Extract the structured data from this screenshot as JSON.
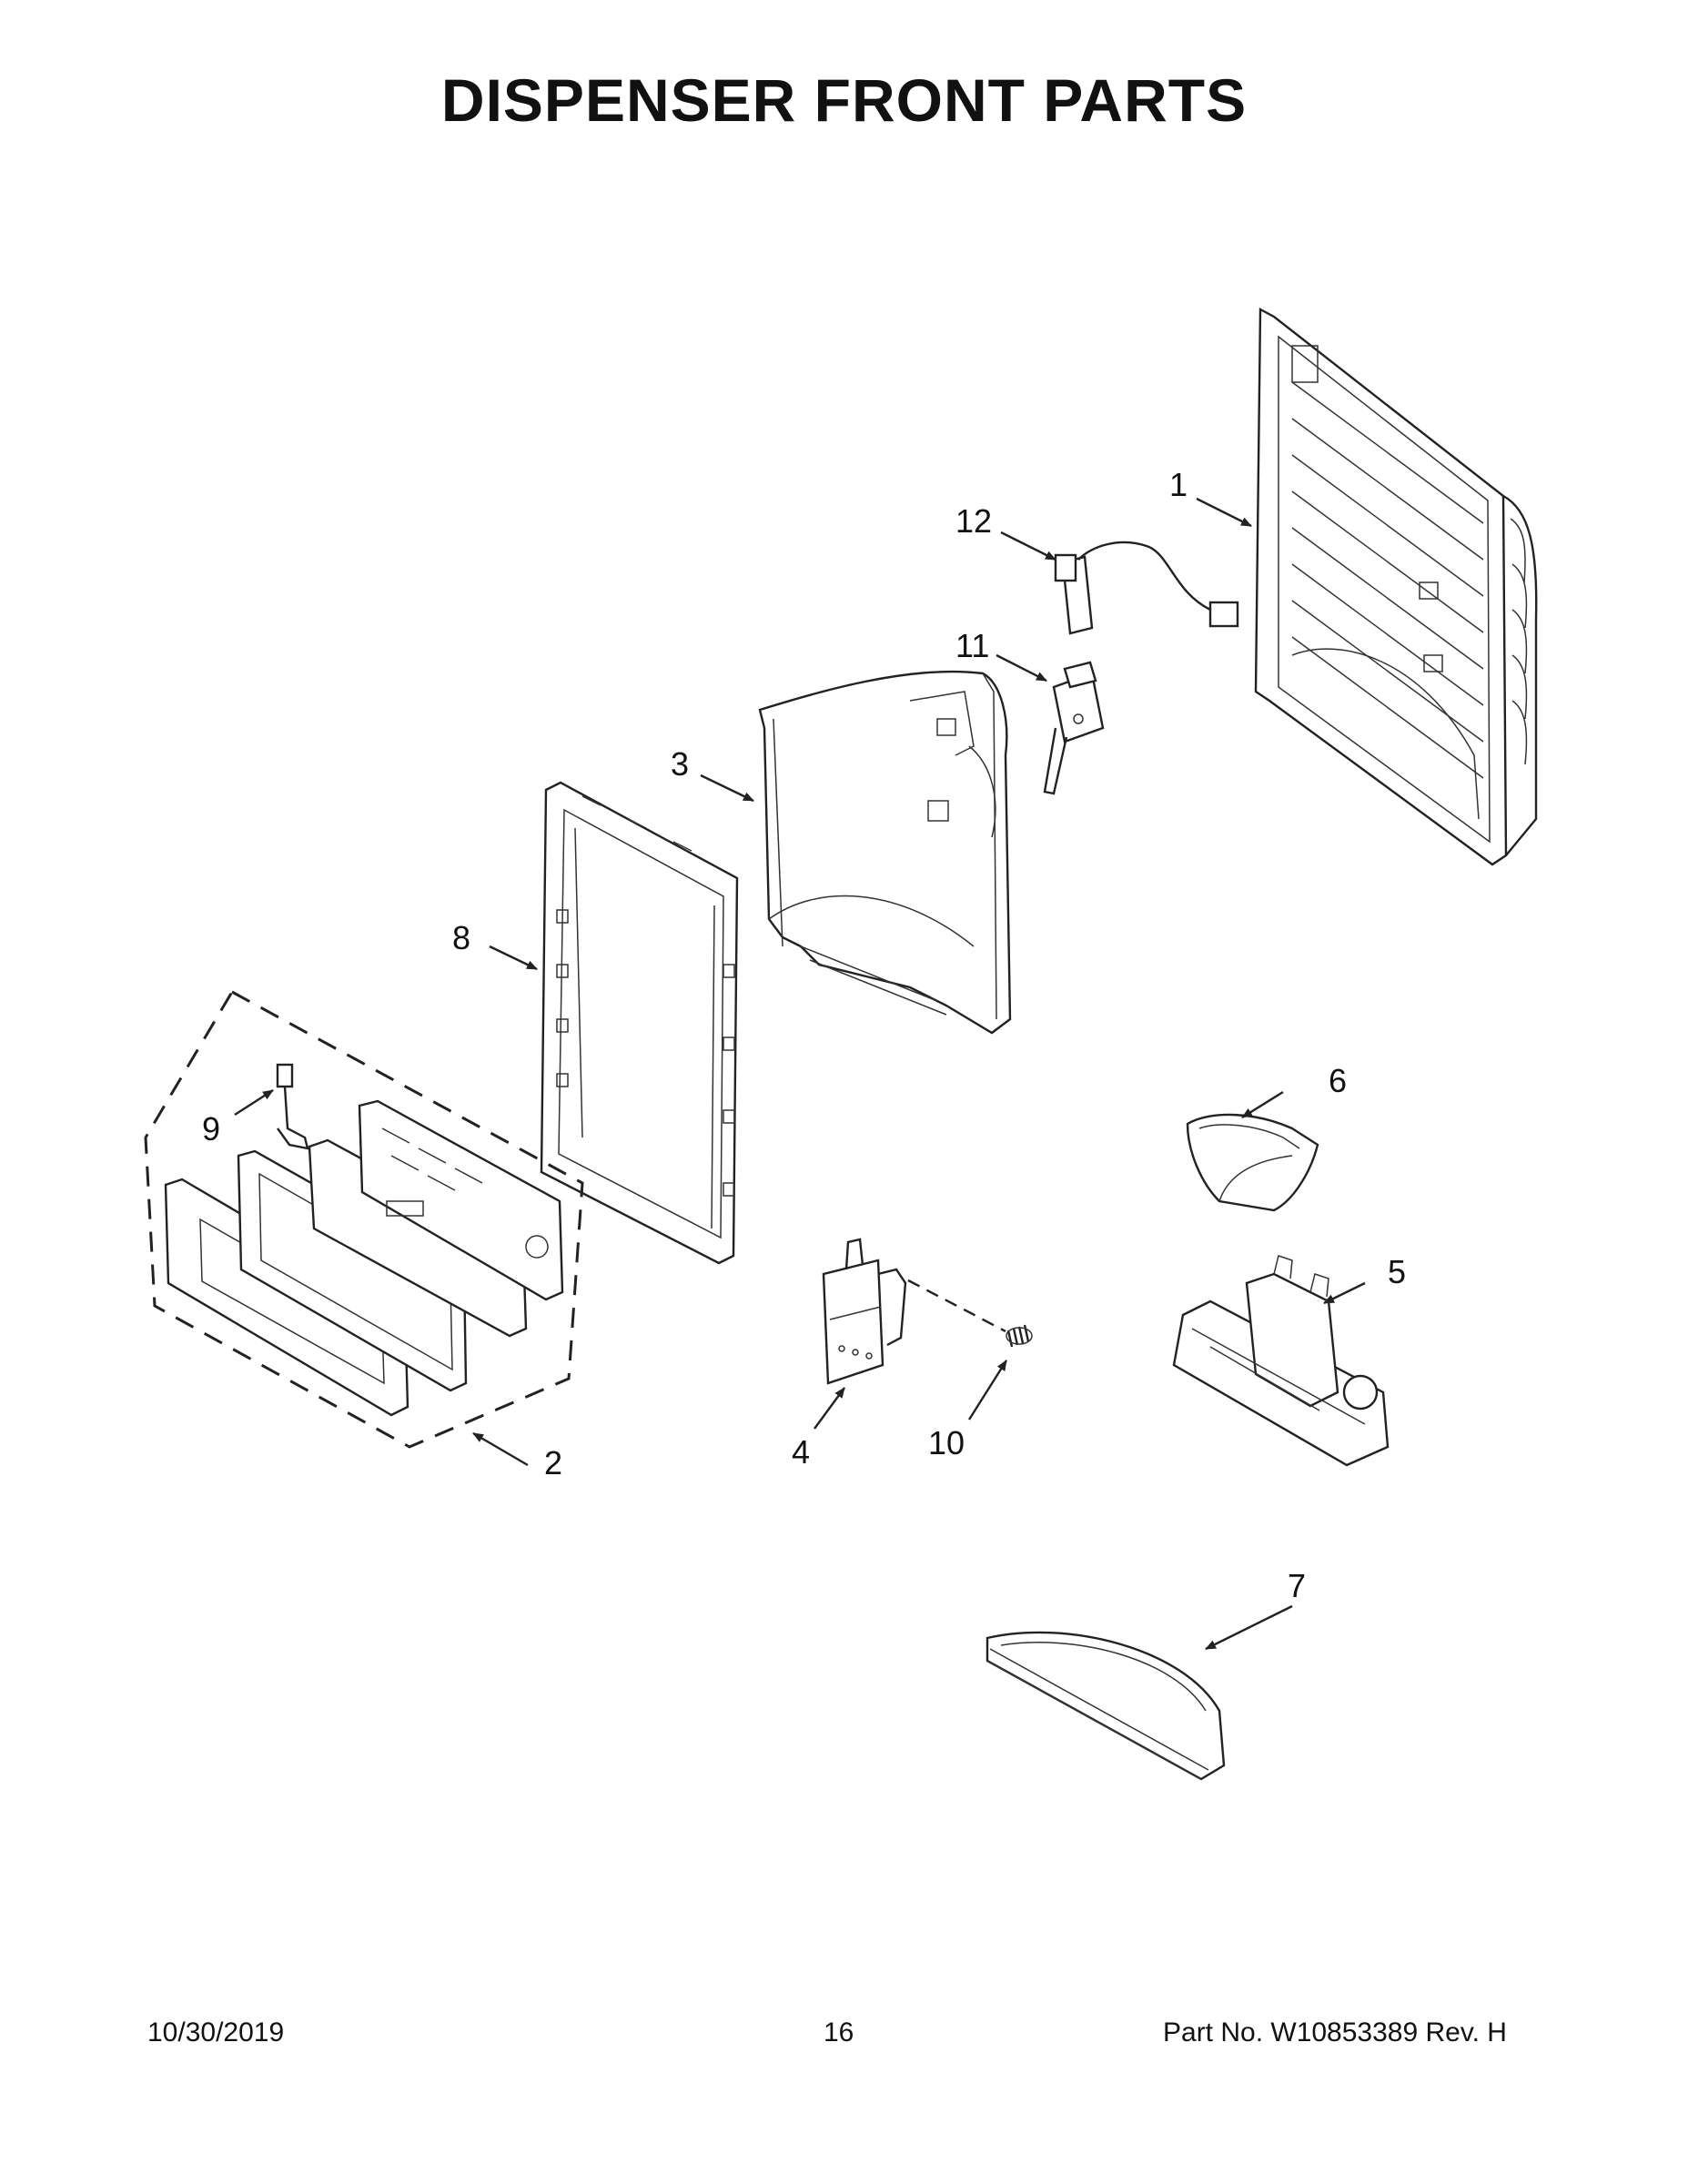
{
  "title": "DISPENSER FRONT PARTS",
  "footer": {
    "date": "10/30/2019",
    "page": "16",
    "part_no": "Part No.  W10853389  Rev.  H"
  },
  "callouts": [
    {
      "id": "1",
      "label": "1"
    },
    {
      "id": "2",
      "label": "2"
    },
    {
      "id": "3",
      "label": "3"
    },
    {
      "id": "4",
      "label": "4"
    },
    {
      "id": "5",
      "label": "5"
    },
    {
      "id": "6",
      "label": "6"
    },
    {
      "id": "7",
      "label": "7"
    },
    {
      "id": "8",
      "label": "8"
    },
    {
      "id": "9",
      "label": "9"
    },
    {
      "id": "10",
      "label": "10"
    },
    {
      "id": "11",
      "label": "11"
    },
    {
      "id": "12",
      "label": "12"
    }
  ]
}
